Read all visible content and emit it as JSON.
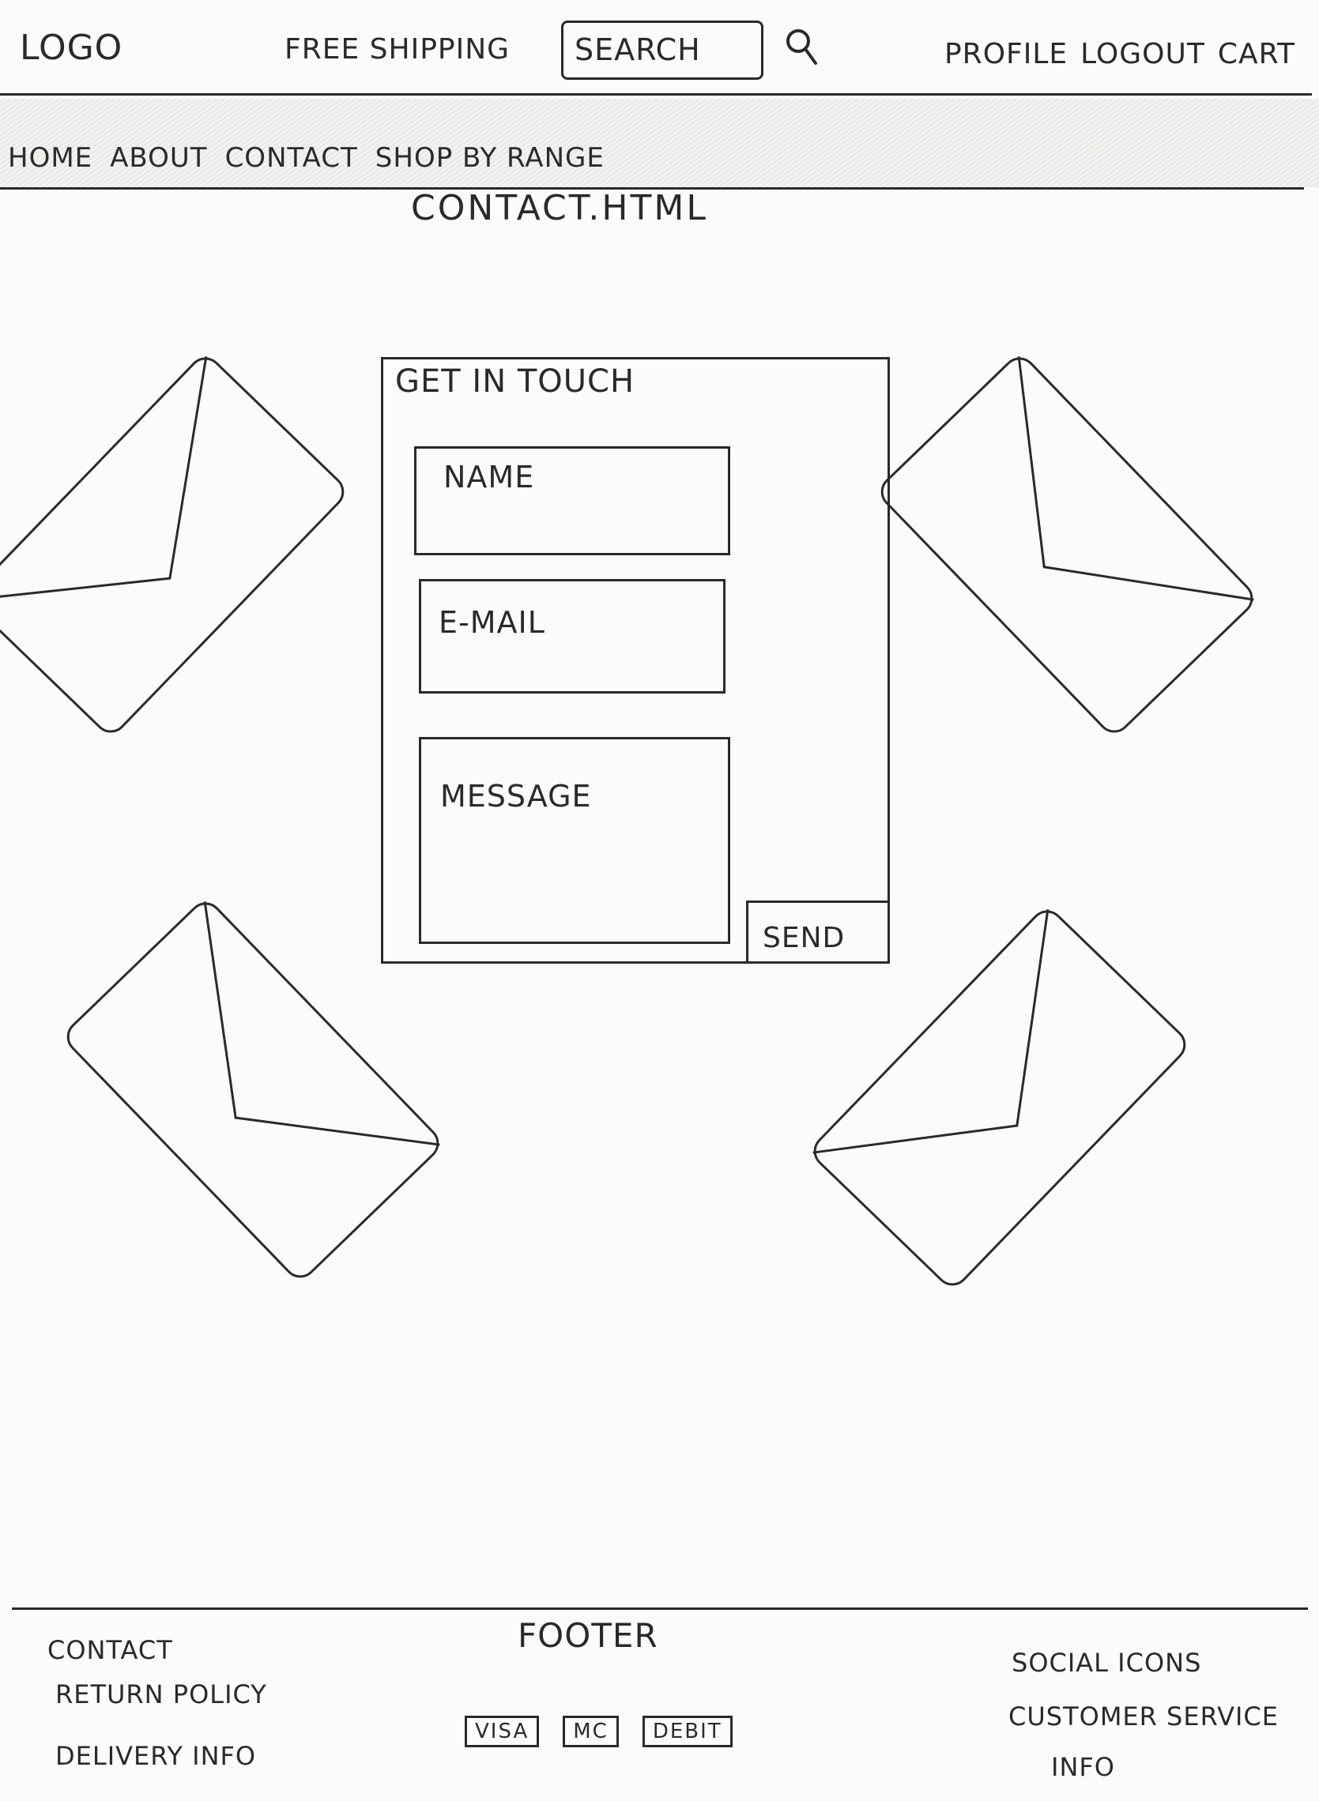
{
  "header": {
    "logo": "LOGO",
    "free_shipping": "FREE SHIPPING",
    "search_placeholder": "SEARCH",
    "user_links": [
      "PROFILE",
      "LOGOUT",
      "CART"
    ]
  },
  "nav": {
    "items": [
      "HOME",
      "ABOUT",
      "CONTACT",
      "SHOP BY RANGE"
    ]
  },
  "page_label": "CONTACT.HTML",
  "contact_form": {
    "title": "GET IN TOUCH",
    "name_placeholder": "NAME",
    "email_placeholder": "E-MAIL",
    "message_placeholder": "MESSAGE",
    "send_label": "SEND"
  },
  "decorations": {
    "icon": "envelope-icon"
  },
  "footer": {
    "title": "FOOTER",
    "left_links": [
      "CONTACT",
      "RETURN POLICY",
      "DELIVERY INFO"
    ],
    "payment_methods": [
      "VISA",
      "MC",
      "DEBIT"
    ],
    "right_items": [
      "SOCIAL ICONS",
      "CUSTOMER SERVICE",
      "INFO"
    ]
  }
}
